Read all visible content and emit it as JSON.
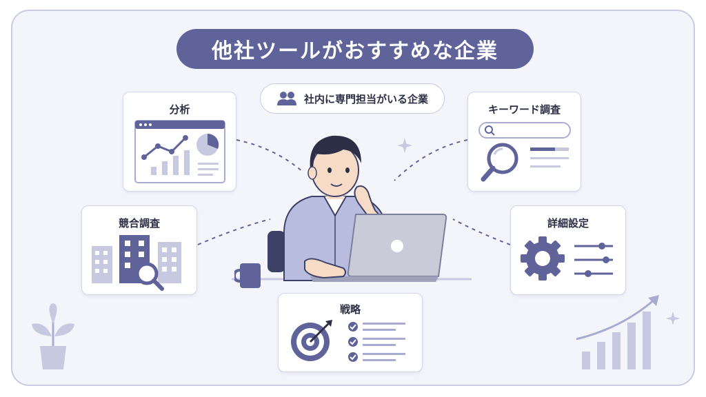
{
  "title": "他社ツールがおすすめな企業",
  "team_badge": {
    "label": "社内に専門担当がいる企業",
    "icon": "people-icon"
  },
  "cards": {
    "analysis": {
      "title": "分析",
      "icon": "analytics-dashboard-icon"
    },
    "competitor": {
      "title": "競合調査",
      "icon": "buildings-magnifier-icon"
    },
    "strategy": {
      "title": "戦略",
      "icon": "target-arrow-icon"
    },
    "keyword": {
      "title": "キーワード調査",
      "icon": "search-bar-icon"
    },
    "settings": {
      "title": "詳細設定",
      "icon": "gear-sliders-icon"
    }
  },
  "colors": {
    "accent": "#5f6399",
    "accent_light": "#a9acd2",
    "background": "#f4f4fb",
    "border": "#c9cbe3"
  }
}
